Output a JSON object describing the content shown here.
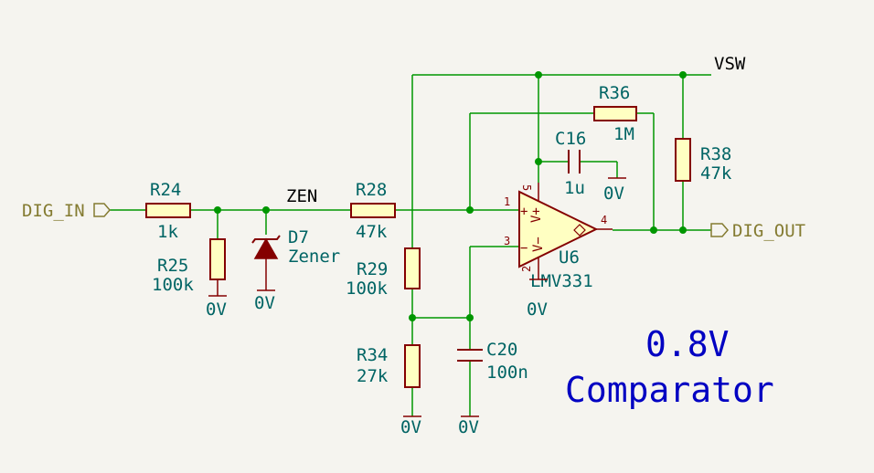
{
  "ports": {
    "input": "DIG_IN",
    "output": "DIG_OUT"
  },
  "nets": {
    "vsw": "VSW",
    "zen": "ZEN"
  },
  "ground_label": "0V",
  "components": {
    "r24": {
      "ref": "R24",
      "value": "1k"
    },
    "r25": {
      "ref": "R25",
      "value": "100k"
    },
    "d7": {
      "ref": "D7",
      "value": "Zener"
    },
    "r28": {
      "ref": "R28",
      "value": "47k"
    },
    "r29": {
      "ref": "R29",
      "value": "100k"
    },
    "r34": {
      "ref": "R34",
      "value": "27k"
    },
    "c20": {
      "ref": "C20",
      "value": "100n"
    },
    "c16": {
      "ref": "C16",
      "value": "1u"
    },
    "r36": {
      "ref": "R36",
      "value": "1M"
    },
    "r38": {
      "ref": "R38",
      "value": "47k"
    },
    "u6": {
      "ref": "U6",
      "value": "LMV331"
    }
  },
  "opamp_pins": {
    "p1": "1",
    "p2": "2",
    "p3": "3",
    "p4": "4",
    "p5": "5"
  },
  "opamp_symbols": {
    "plus": "+",
    "minus": "−",
    "vplus": "V+",
    "vminus": "V−"
  },
  "note": {
    "line1": "0.8V",
    "line2": "Comparator"
  },
  "colors": {
    "wire": "#009600",
    "component": "#840000",
    "component_fill": "#ffffc2",
    "ref_text": "#006464",
    "port": "#847b31",
    "note": "#0000c2"
  }
}
